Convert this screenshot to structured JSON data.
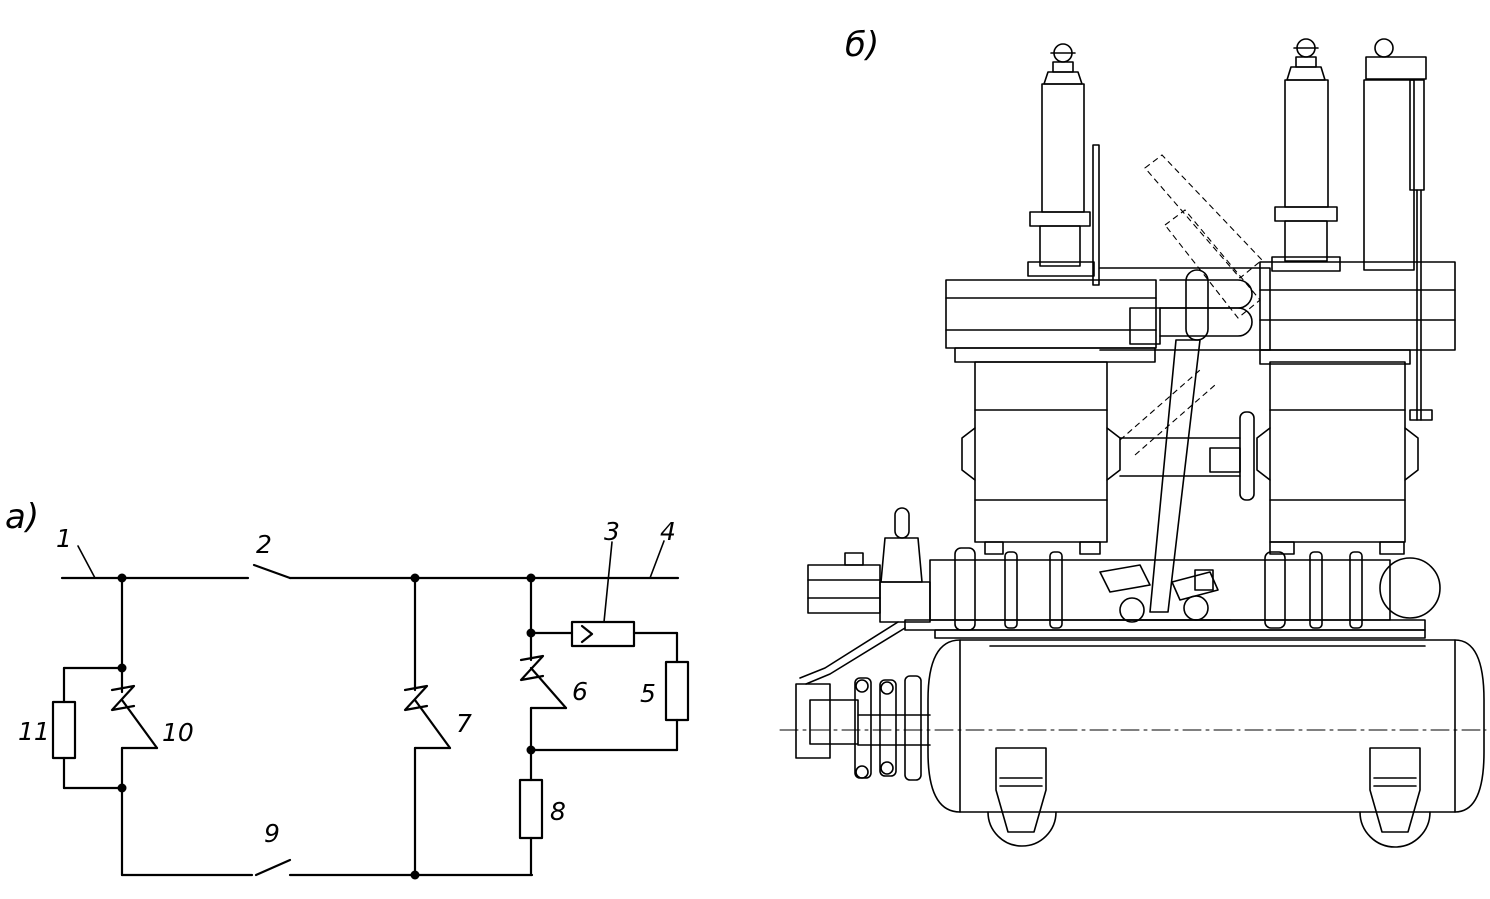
{
  "panels": {
    "a": {
      "label": "а)"
    },
    "b": {
      "label": "б)"
    }
  },
  "callouts": {
    "n1": "1",
    "n2": "2",
    "n3": "3",
    "n4": "4",
    "n5": "5",
    "n6": "6",
    "n7": "7",
    "n8": "8",
    "n9": "9",
    "n10": "10",
    "n11": "11"
  },
  "colors": {
    "ink": "#000000",
    "paper": "#ffffff"
  }
}
